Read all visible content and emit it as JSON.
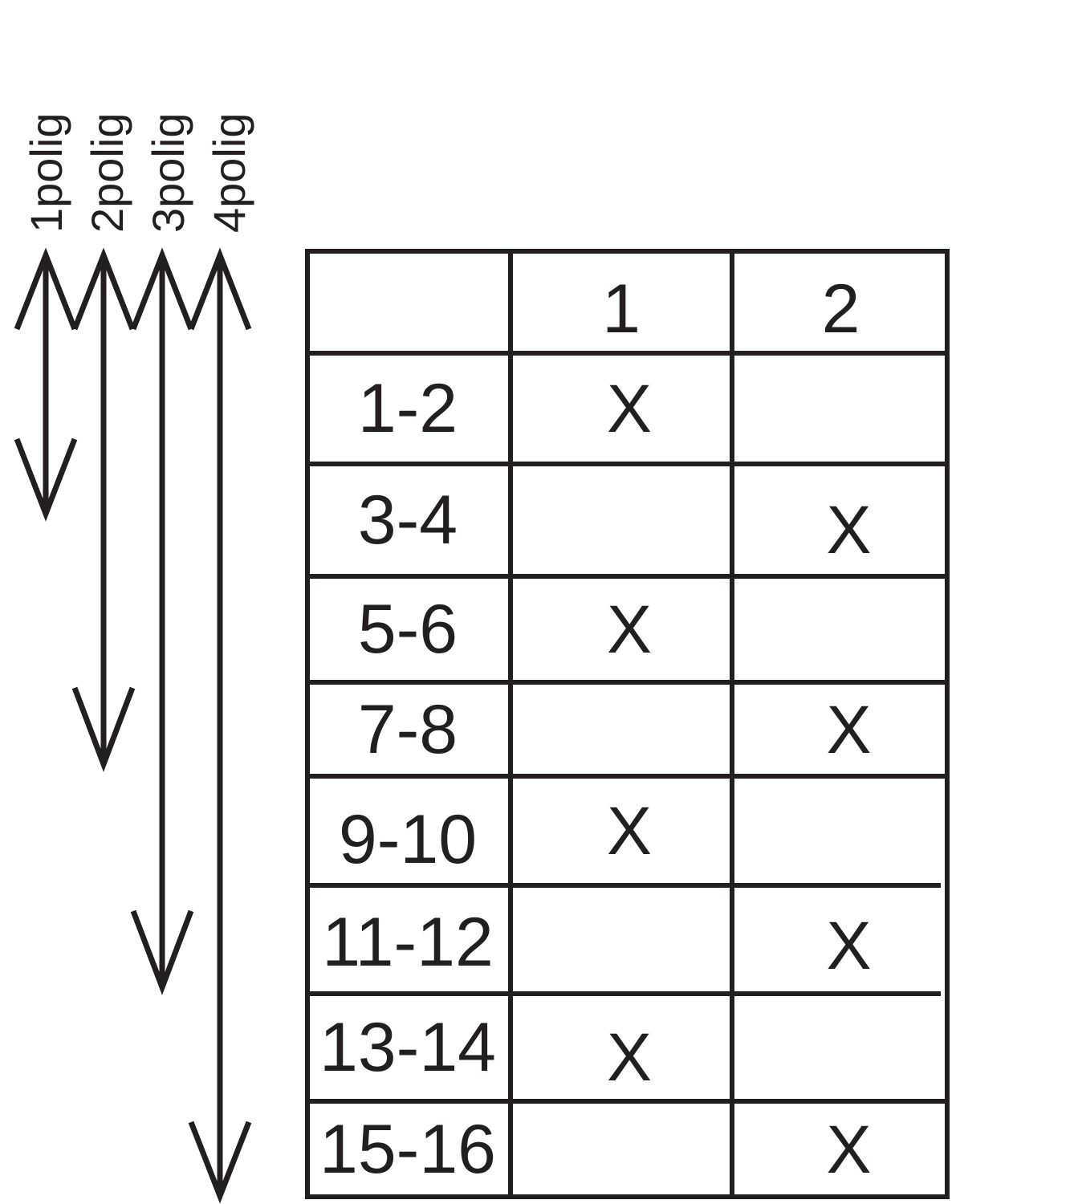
{
  "pole_labels": [
    "1polig",
    "2polig",
    "3polig",
    "4polig"
  ],
  "table": {
    "header": [
      "",
      "1",
      "2"
    ],
    "rows": [
      {
        "label": "1-2",
        "c1": "X",
        "c2": ""
      },
      {
        "label": "3-4",
        "c1": "",
        "c2": "X"
      },
      {
        "label": "5-6",
        "c1": "X",
        "c2": ""
      },
      {
        "label": "7-8",
        "c1": "",
        "c2": "X"
      },
      {
        "label": "9-10",
        "c1": "X",
        "c2": ""
      },
      {
        "label": "11-12",
        "c1": "",
        "c2": "X"
      },
      {
        "label": "13-14",
        "c1": "X",
        "c2": ""
      },
      {
        "label": "15-16",
        "c1": "",
        "c2": "X"
      }
    ]
  },
  "colors": {
    "line": "#231f20",
    "background": "#ffffff"
  }
}
